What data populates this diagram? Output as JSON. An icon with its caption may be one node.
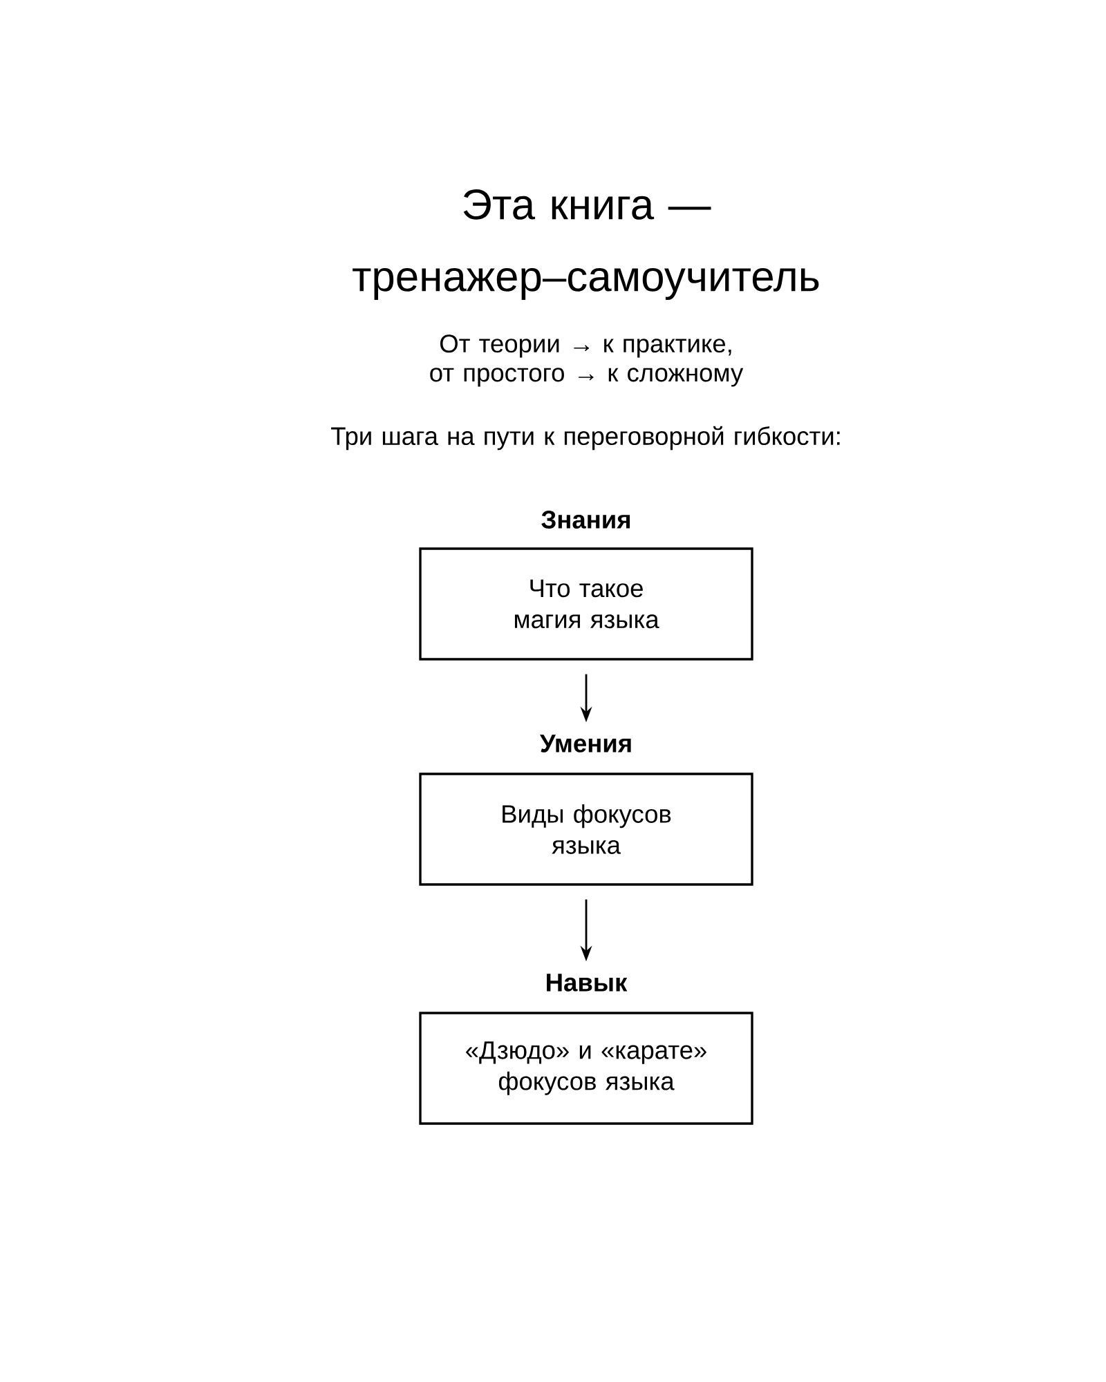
{
  "diagram": {
    "title": "Эта книга — тренажер–самоучитель",
    "nodes": [
      {
        "text": [
          "Знания",
          "Что такое магия языка"
        ]
      },
      {
        "text": [
          "Умения",
          "Виды фокусов языка"
        ]
      },
      {
        "text": [
          "Навык",
          "«Дзюдо» и «карате» фокусов языка"
        ]
      }
    ],
    "edges": [
      {
        "from": 0,
        "to": 1,
        "arrow": "to"
      },
      {
        "from": 1,
        "to": 2,
        "arrow": "to"
      }
    ],
    "labels": [
      "От теории → к практике, от простого → к сложному",
      "Три шага на пути к переговорной гибкости:"
    ]
  }
}
